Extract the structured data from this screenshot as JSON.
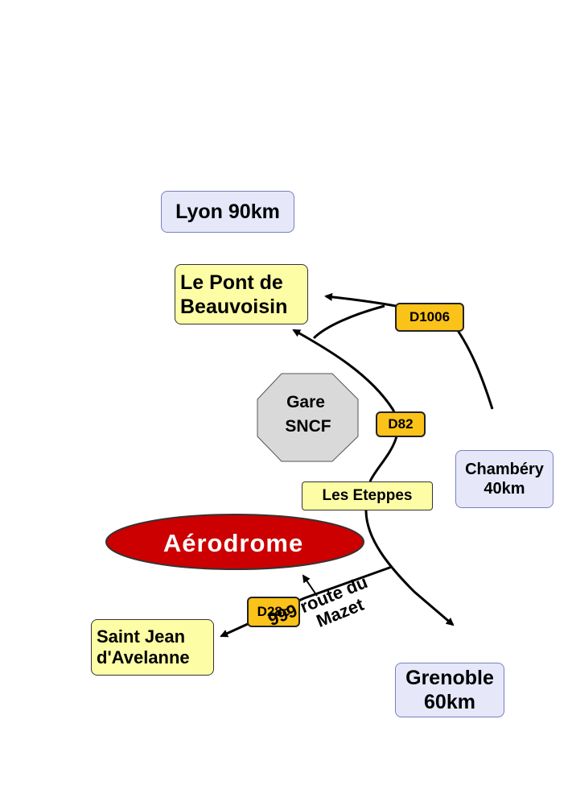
{
  "places": {
    "lyon": "Lyon 90km",
    "pont": "Le Pont de\nBeauvoisin",
    "chambery": "Chambéry\n40km",
    "grenoble": "Grenoble\n60km",
    "stjean": "Saint Jean\nd'Avelanne",
    "eteppes": "Les Eteppes",
    "gare": "Gare\nSNCF",
    "aerodrome": "Aérodrome"
  },
  "roads": {
    "d1006": "D1006",
    "d82": "D82",
    "d28c": "D28c"
  },
  "address": {
    "line1": "999 route du",
    "line2": "Mazet"
  },
  "colors": {
    "aerodrome_fill": "#cc0000",
    "road_tag": "#fbc21a",
    "city_blue": "#e6e8fa",
    "city_yellow": "#fdfda6",
    "gare_fill": "#d9d9d9"
  }
}
